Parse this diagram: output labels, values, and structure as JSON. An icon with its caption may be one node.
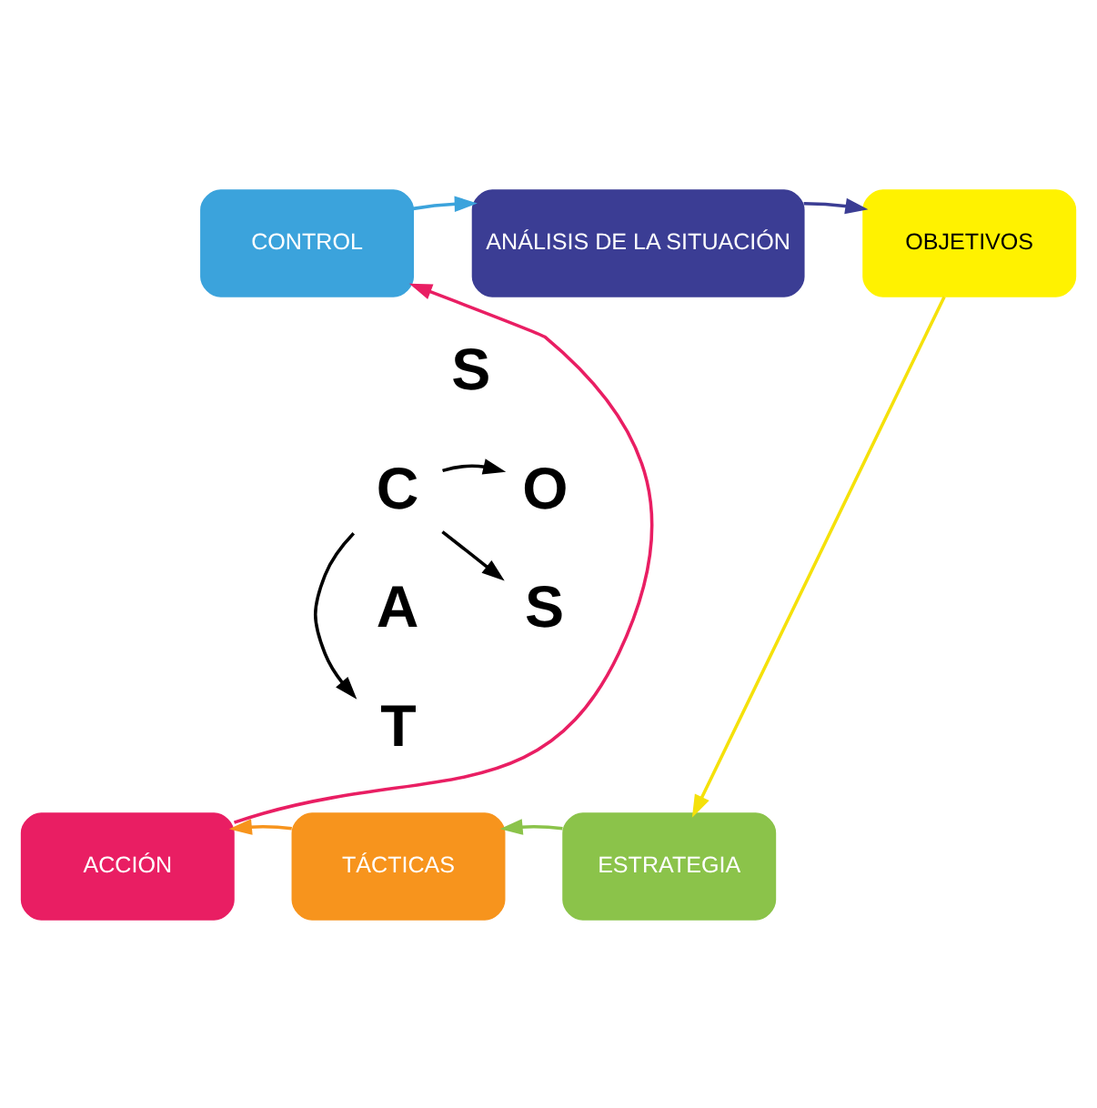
{
  "diagram": {
    "nodes": [
      {
        "text": [
          "ANÁLISIS DE LA SITUACIÓN"
        ]
      },
      {
        "text": [
          "OBJETIVOS"
        ]
      },
      {
        "text": [
          "ESTRATEGIA"
        ]
      },
      {
        "text": [
          "TÁCTICAS"
        ]
      },
      {
        "text": [
          "ACCIÓN"
        ]
      },
      {
        "text": [
          "CONTROL"
        ]
      },
      {
        "text": [
          "S"
        ]
      },
      {
        "text": [
          "O"
        ]
      },
      {
        "text": [
          "S"
        ]
      },
      {
        "text": [
          "T"
        ]
      },
      {
        "text": [
          "A"
        ]
      },
      {
        "text": [
          "C"
        ]
      }
    ],
    "edges": [
      {
        "from": 0,
        "to": 1,
        "arrow": "to",
        "color": "#3b3d94"
      },
      {
        "from": 1,
        "to": 2,
        "arrow": "to",
        "color": "#f5e10a"
      },
      {
        "from": 2,
        "to": 3,
        "arrow": "to",
        "color": "#8bc34a"
      },
      {
        "from": 3,
        "to": 4,
        "arrow": "to",
        "color": "#f7941d"
      },
      {
        "from": 4,
        "to": 5,
        "arrow": "to",
        "color": "#e91e63"
      },
      {
        "from": 5,
        "to": 0,
        "arrow": "to",
        "color": "#3ba3dc"
      },
      {
        "from": 11,
        "to": 7,
        "arrow": "to"
      },
      {
        "from": 11,
        "to": 8,
        "arrow": "to"
      },
      {
        "from": 11,
        "to": 9,
        "arrow": "to"
      }
    ]
  }
}
